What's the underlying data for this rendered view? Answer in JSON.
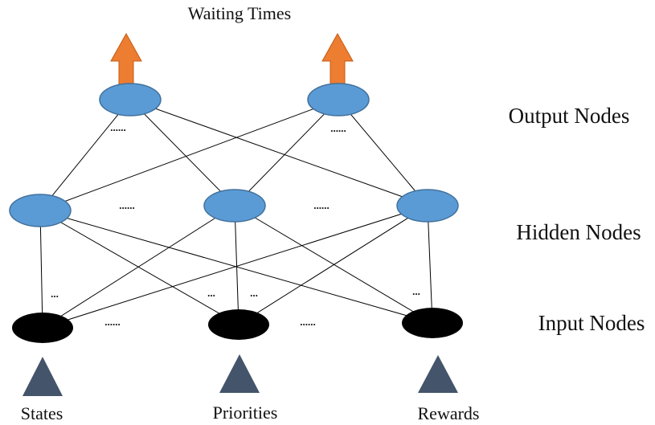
{
  "diagram": {
    "top_label": "Waiting Times",
    "layers": {
      "output": "Output Nodes",
      "hidden": "Hidden Nodes",
      "input": "Input Nodes"
    },
    "inputs": {
      "states": "States",
      "priorities": "Priorities",
      "rewards": "Rewards"
    },
    "ellipsis_long": "......",
    "ellipsis_short": "...",
    "colors": {
      "output_node": "#5b9bd5",
      "hidden_node": "#5b9bd5",
      "node_outline": "#41719c",
      "input_node": "#000000",
      "output_arrow": "#ed7d31",
      "input_triangle": "#44546a",
      "edge": "#000000"
    }
  }
}
